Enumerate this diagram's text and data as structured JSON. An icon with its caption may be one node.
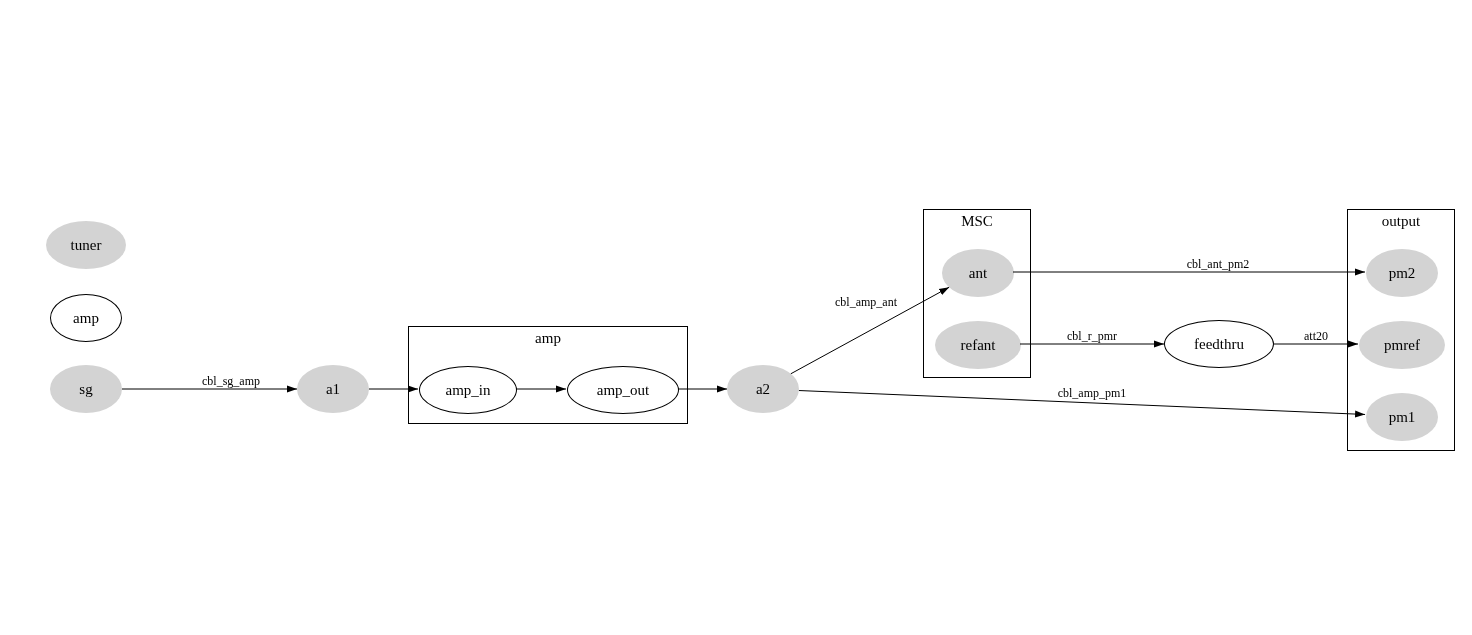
{
  "diagram": {
    "nodes": [
      {
        "text": [
          "tuner"
        ]
      },
      {
        "text": [
          "amp"
        ]
      },
      {
        "text": [
          "sg"
        ]
      },
      {
        "text": [
          "a1"
        ]
      },
      {
        "text": [
          "amp"
        ]
      },
      {
        "text": [
          "amp_in"
        ],
        "in": 4
      },
      {
        "text": [
          "amp_out"
        ],
        "in": 4
      },
      {
        "text": [
          "a2"
        ]
      },
      {
        "text": [
          "MSC"
        ]
      },
      {
        "text": [
          "ant"
        ],
        "in": 8
      },
      {
        "text": [
          "refant"
        ],
        "in": 8
      },
      {
        "text": [
          "feedthru"
        ]
      },
      {
        "text": [
          "output"
        ]
      },
      {
        "text": [
          "pm2"
        ],
        "in": 12
      },
      {
        "text": [
          "pmref"
        ],
        "in": 12
      },
      {
        "text": [
          "pm1"
        ],
        "in": 12
      }
    ],
    "edges": [
      {
        "from": 2,
        "to": 3,
        "arrow": "to",
        "label": "cbl_sg_amp"
      },
      {
        "from": 3,
        "to": 5,
        "arrow": "to"
      },
      {
        "from": 5,
        "to": 6,
        "arrow": "to"
      },
      {
        "from": 6,
        "to": 7,
        "arrow": "to"
      },
      {
        "from": 7,
        "to": 9,
        "arrow": "to",
        "label": "cbl_amp_ant"
      },
      {
        "from": 7,
        "to": 15,
        "arrow": "to",
        "label": "cbl_amp_pm1"
      },
      {
        "from": 9,
        "to": 13,
        "arrow": "to",
        "label": "cbl_ant_pm2"
      },
      {
        "from": 10,
        "to": 11,
        "arrow": "to",
        "label": "cbl_r_pmr"
      },
      {
        "from": 11,
        "to": 14,
        "arrow": "to",
        "label": "att20"
      }
    ]
  }
}
